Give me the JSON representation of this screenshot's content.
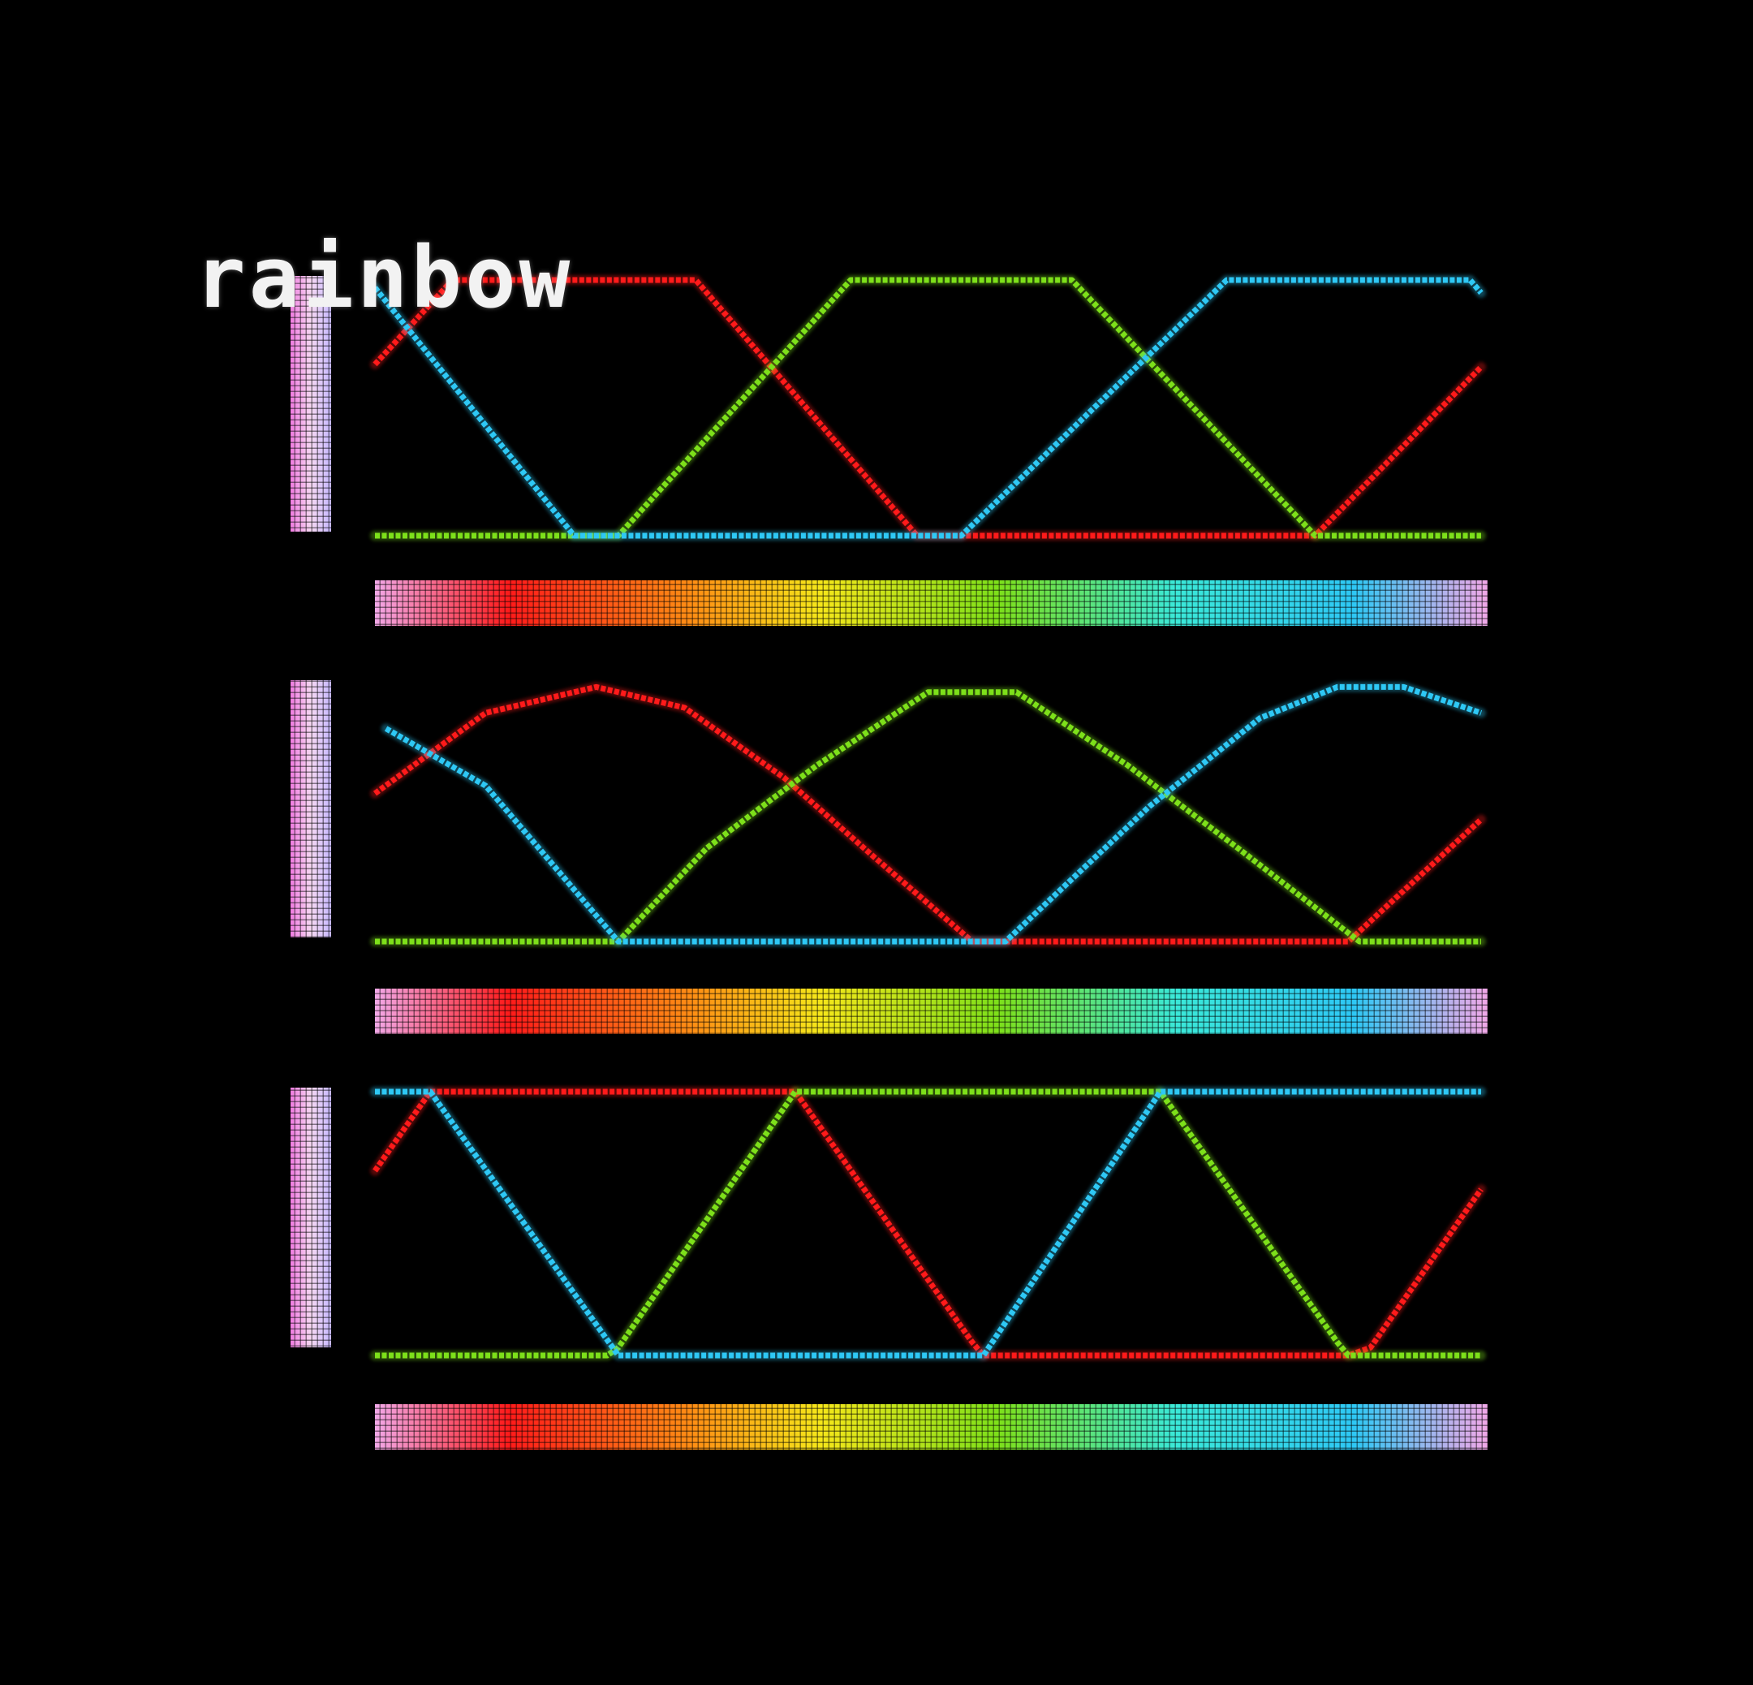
{
  "title": "rainbow",
  "colors": {
    "red": "#ff1a1a",
    "green": "#7de01a",
    "blue": "#2ec8f5",
    "pink": "#f2a8e8",
    "background": "#000000"
  },
  "chart_data": [
    {
      "type": "line",
      "title": "",
      "x": [
        0,
        0.1,
        0.2,
        0.3,
        0.4,
        0.5,
        0.6,
        0.7,
        0.8,
        0.9,
        1.0
      ],
      "xlim": [
        0,
        1
      ],
      "ylim": [
        0,
        1
      ],
      "series": [
        {
          "color": "red",
          "points": [
            [
              0,
              0.67
            ],
            [
              0.07,
              1
            ],
            [
              0.29,
              1
            ],
            [
              0.49,
              0
            ],
            [
              0.85,
              0
            ],
            [
              1,
              0.66
            ]
          ]
        },
        {
          "color": "green",
          "points": [
            [
              0,
              0
            ],
            [
              0.22,
              0
            ],
            [
              0.43,
              1
            ],
            [
              0.63,
              1
            ],
            [
              0.85,
              0
            ],
            [
              1,
              0
            ]
          ]
        },
        {
          "color": "blue",
          "points": [
            [
              0,
              0.97
            ],
            [
              0.18,
              0
            ],
            [
              0.53,
              0
            ],
            [
              0.77,
              1
            ],
            [
              0.99,
              1
            ],
            [
              1,
              0.95
            ]
          ]
        }
      ],
      "colorbar": [
        "pink",
        "red",
        "orange",
        "yellow",
        "green",
        "cyan",
        "blue",
        "pink"
      ]
    },
    {
      "type": "line",
      "title": "",
      "x": [
        0,
        0.1,
        0.2,
        0.3,
        0.4,
        0.5,
        0.6,
        0.7,
        0.8,
        0.9,
        1.0
      ],
      "xlim": [
        0,
        1
      ],
      "ylim": [
        0,
        1
      ],
      "series": [
        {
          "color": "red",
          "points": [
            [
              0,
              0.57
            ],
            [
              0.1,
              0.88
            ],
            [
              0.2,
              0.98
            ],
            [
              0.28,
              0.9
            ],
            [
              0.37,
              0.63
            ],
            [
              0.45,
              0.33
            ],
            [
              0.54,
              0
            ],
            [
              0.88,
              0
            ],
            [
              1,
              0.47
            ]
          ]
        },
        {
          "color": "green",
          "points": [
            [
              0,
              0
            ],
            [
              0.22,
              0
            ],
            [
              0.3,
              0.36
            ],
            [
              0.4,
              0.68
            ],
            [
              0.5,
              0.96
            ],
            [
              0.58,
              0.96
            ],
            [
              0.68,
              0.68
            ],
            [
              0.78,
              0.36
            ],
            [
              0.89,
              0
            ],
            [
              1,
              0
            ]
          ]
        },
        {
          "color": "blue",
          "points": [
            [
              0.01,
              0.82
            ],
            [
              0.1,
              0.6
            ],
            [
              0.22,
              0
            ],
            [
              0.57,
              0
            ],
            [
              0.7,
              0.52
            ],
            [
              0.8,
              0.86
            ],
            [
              0.87,
              0.98
            ],
            [
              0.93,
              0.98
            ],
            [
              1,
              0.88
            ]
          ]
        }
      ],
      "colorbar": [
        "pink",
        "red",
        "orange",
        "yellow",
        "green",
        "cyan",
        "blue",
        "pink"
      ]
    },
    {
      "type": "line",
      "title": "",
      "x": [
        0,
        0.1,
        0.2,
        0.3,
        0.4,
        0.5,
        0.6,
        0.7,
        0.8,
        0.9,
        1.0
      ],
      "xlim": [
        0,
        1
      ],
      "ylim": [
        0,
        1
      ],
      "series": [
        {
          "color": "red",
          "points": [
            [
              0,
              0.7
            ],
            [
              0.05,
              1
            ],
            [
              0.38,
              1
            ],
            [
              0.54,
              0.05
            ],
            [
              0.55,
              0
            ],
            [
              0.88,
              0
            ],
            [
              0.9,
              0.03
            ],
            [
              1,
              0.63
            ]
          ]
        },
        {
          "color": "green",
          "points": [
            [
              0,
              0
            ],
            [
              0.21,
              0
            ],
            [
              0.22,
              0.03
            ],
            [
              0.38,
              1
            ],
            [
              0.71,
              1
            ],
            [
              0.87,
              0.05
            ],
            [
              0.88,
              0
            ],
            [
              1,
              0
            ]
          ]
        },
        {
          "color": "blue",
          "points": [
            [
              0,
              1
            ],
            [
              0.05,
              1
            ],
            [
              0.22,
              0
            ],
            [
              0.55,
              0
            ],
            [
              0.71,
              1
            ],
            [
              1,
              1
            ]
          ]
        }
      ],
      "colorbar": [
        "pink",
        "red",
        "orange",
        "yellow",
        "green",
        "cyan",
        "blue",
        "pink"
      ]
    }
  ]
}
